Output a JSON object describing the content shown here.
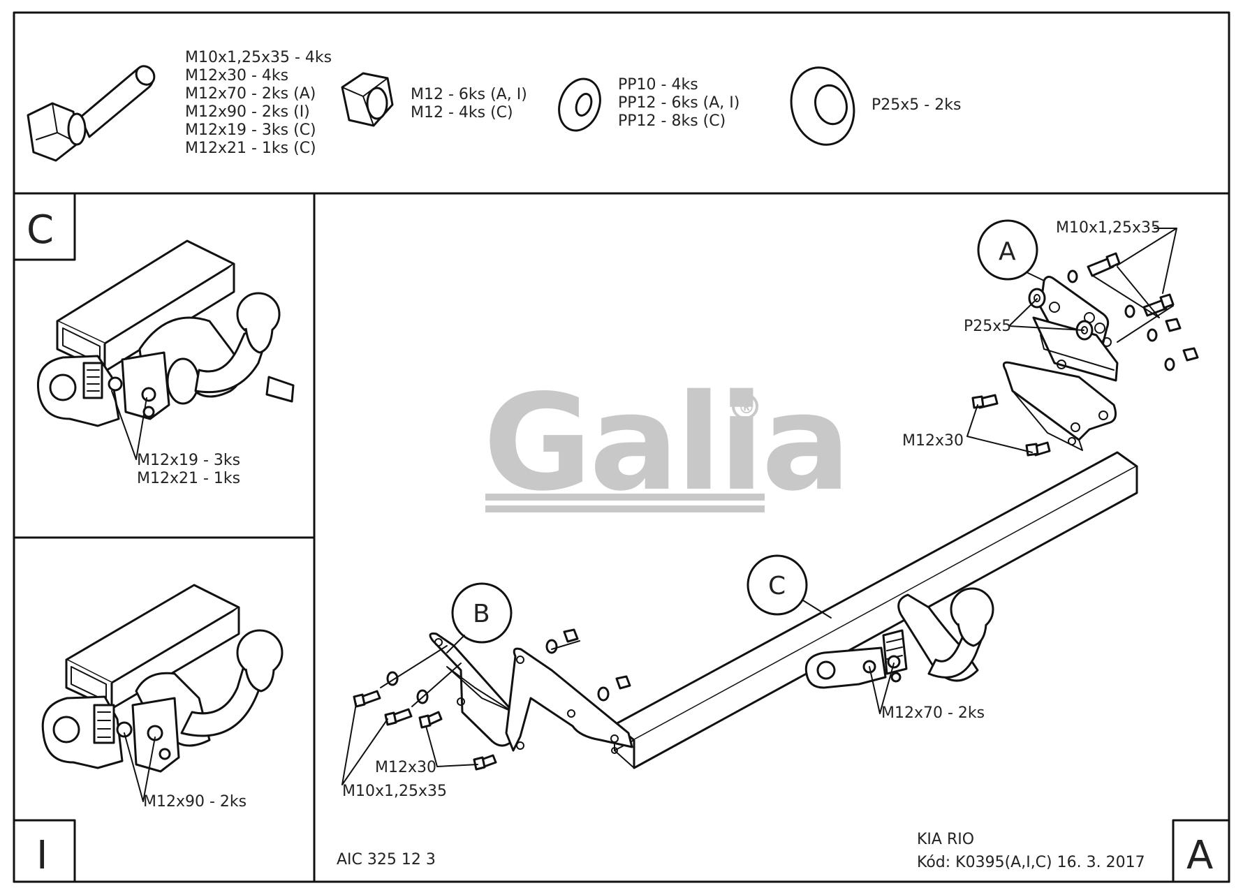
{
  "hardware": {
    "bolts": [
      "M10x1,25x35 - 4ks",
      "M12x30 - 4ks",
      "M12x70 - 2ks (A)",
      "M12x90 - 2ks (I)",
      "M12x19 - 3ks (C)",
      "M12x21 - 1ks (C)"
    ],
    "nuts": [
      "M12 - 6ks (A, I)",
      "M12 - 4ks (C)"
    ],
    "washers": [
      "PP10 - 4ks",
      "PP12 - 6ks (A, I)",
      "PP12 - 8ks (C)"
    ],
    "spacers": [
      "P25x5 - 2ks"
    ]
  },
  "panel_c": {
    "badge": "C",
    "callouts": [
      "M12x19 - 3ks",
      "M12x21 - 1ks"
    ]
  },
  "panel_i": {
    "badge": "I",
    "callouts": [
      "M12x90 - 2ks"
    ]
  },
  "main": {
    "badge": "A",
    "callout_a": "A",
    "callout_b": "B",
    "callout_c": "C",
    "label_m10_top": "M10x1,25x35",
    "label_p25": "P25x5",
    "label_m12x30_right": "M12x30",
    "label_m12x70": "M12x70 - 2ks",
    "label_m12x30_left": "M12x30",
    "label_m10_left": "M10x1,25x35",
    "logo_text": "Galia",
    "logo_mark": "®"
  },
  "footer": {
    "drawing_no": "AIC 325 12 3",
    "vehicle": "KIA RIO",
    "code": "Kód: K0395(A,I,C)  16. 3. 2017"
  },
  "colors": {
    "line": "#111111",
    "logo": "#c8c8c8",
    "paper": "#ffffff"
  }
}
